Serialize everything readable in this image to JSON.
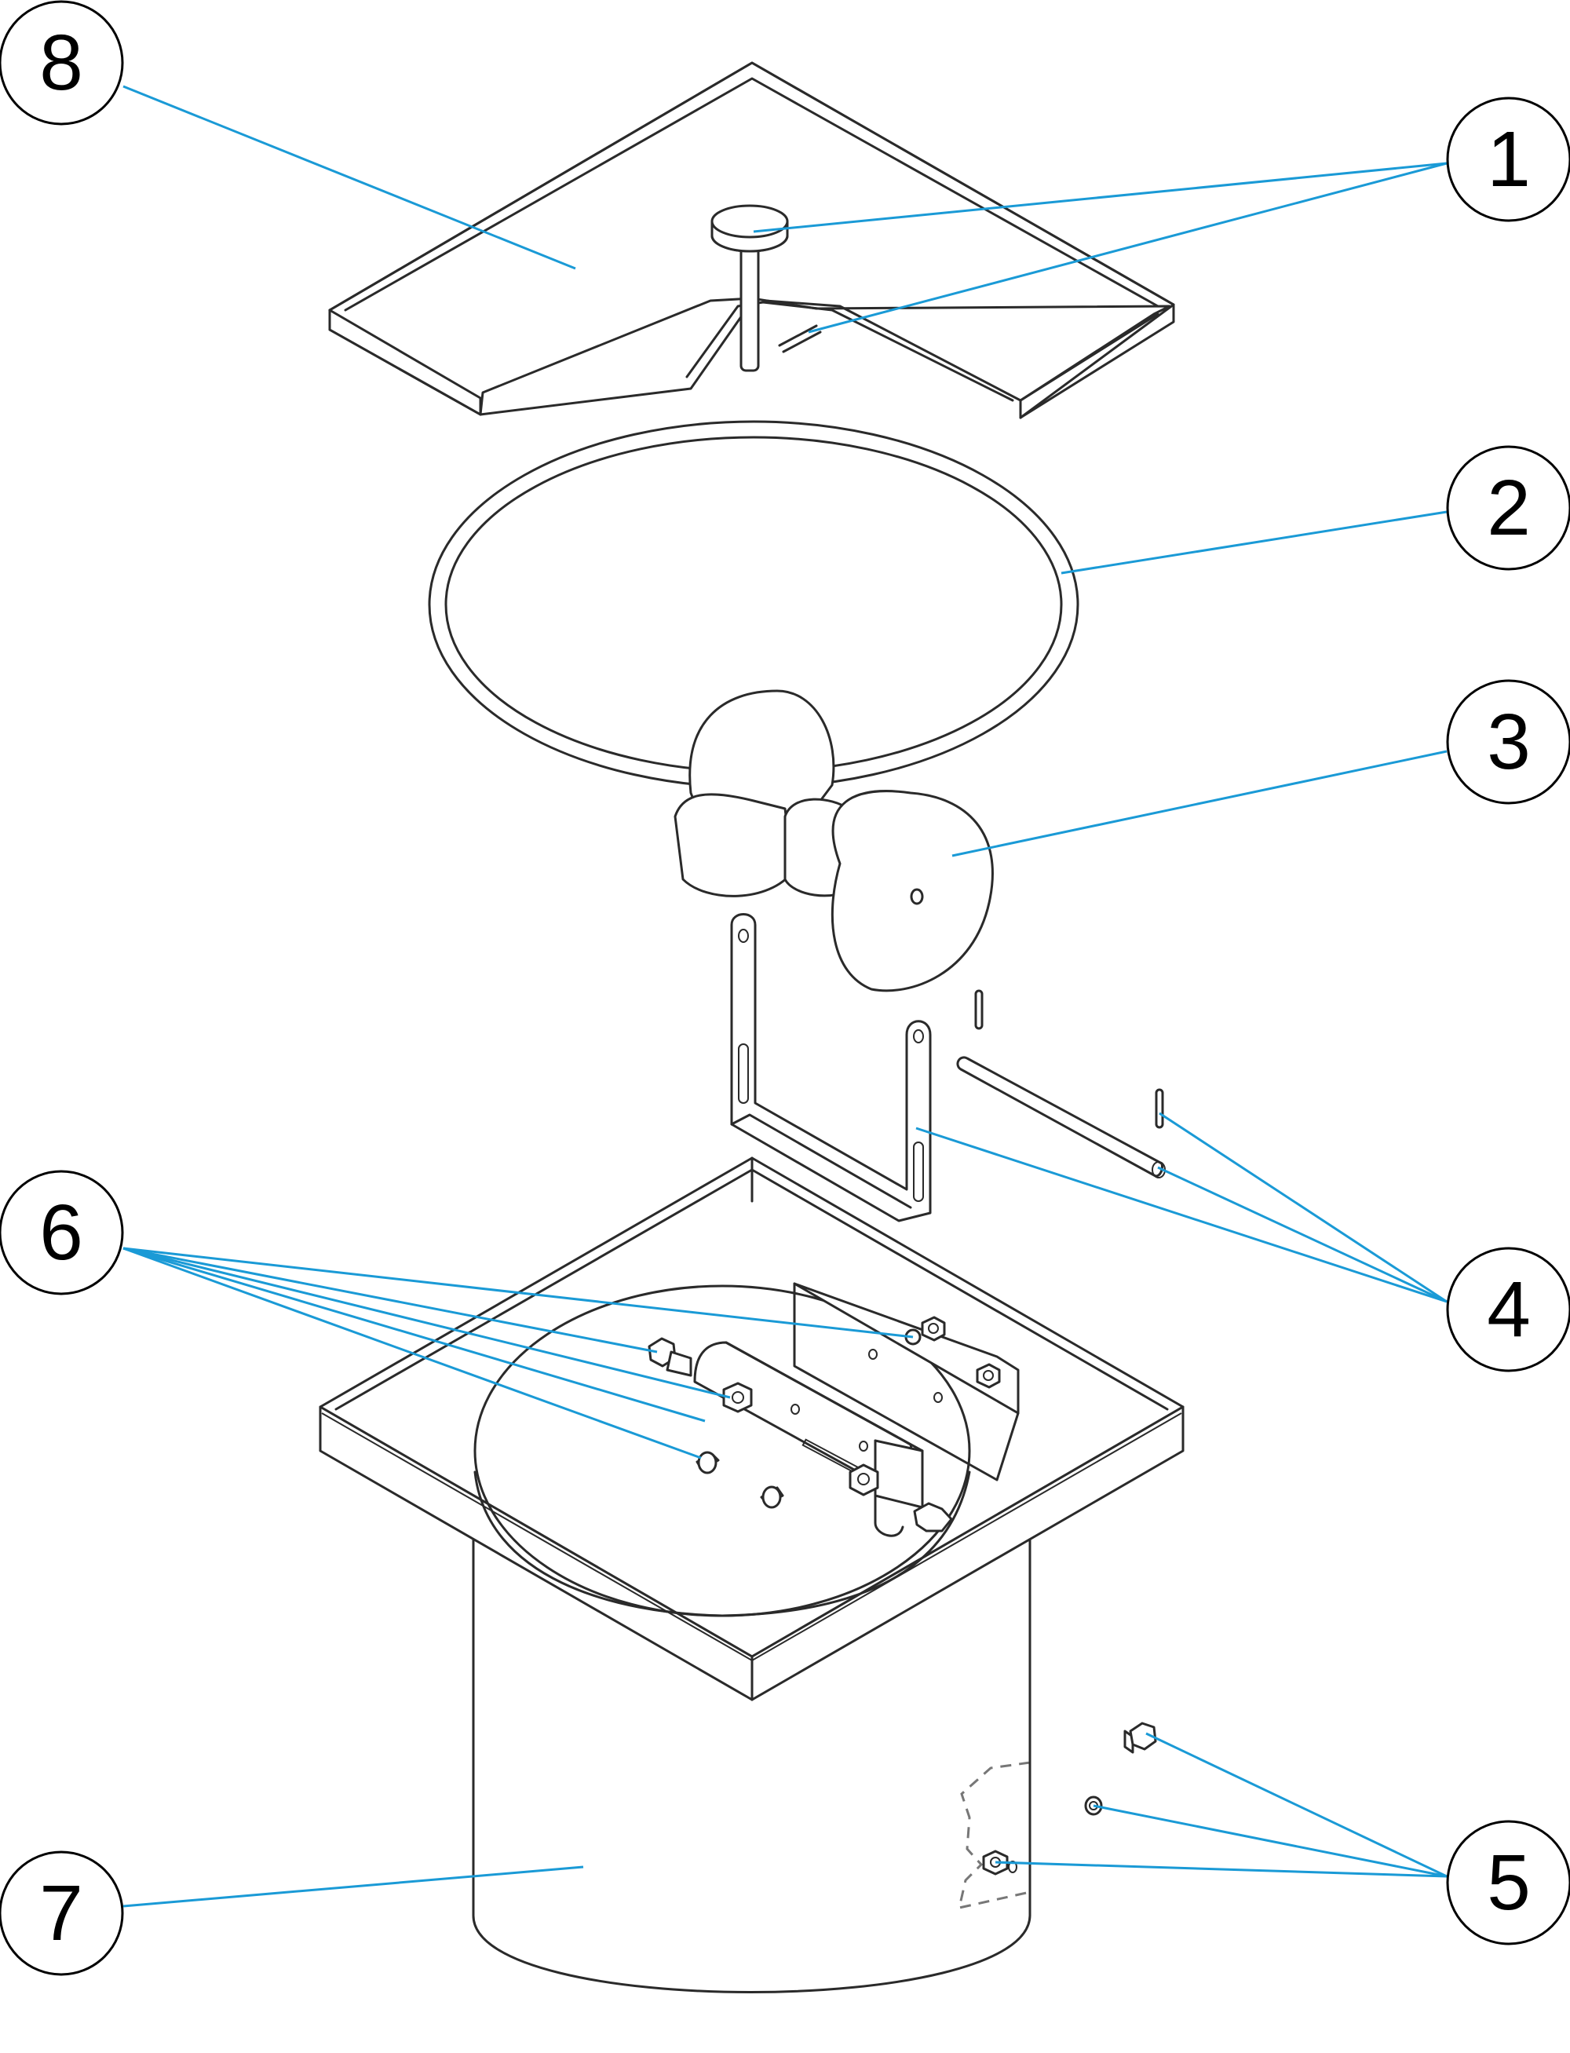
{
  "colors": {
    "leader": "#1a9ad6",
    "line": "#2a2a2a",
    "callout_border": "#000000"
  },
  "callouts": [
    {
      "id": "1",
      "label": "1"
    },
    {
      "id": "2",
      "label": "2"
    },
    {
      "id": "3",
      "label": "3"
    },
    {
      "id": "4",
      "label": "4"
    },
    {
      "id": "5",
      "label": "5"
    },
    {
      "id": "6",
      "label": "6"
    },
    {
      "id": "7",
      "label": "7"
    },
    {
      "id": "8",
      "label": "8"
    }
  ]
}
